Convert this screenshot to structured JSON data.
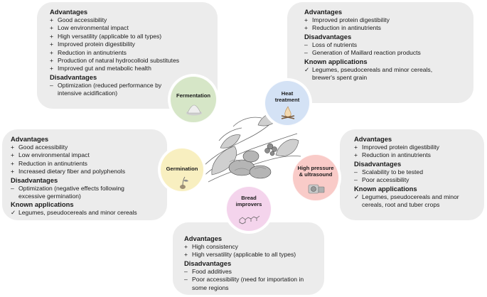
{
  "methods": {
    "fermentation": {
      "label": "Fermentation",
      "advantages_heading": "Advantages",
      "advantages": [
        "Good accessibility",
        "Low environmental impact",
        "High versatility (applicable to all types)",
        "Improved protein digestibility",
        "Reduction in antinutrients",
        "Production of natural hydrocolloid substitutes",
        "Improved gut and metabolic health"
      ],
      "disadvantages_heading": "Disadvantages",
      "disadvantages": [
        "Optimization (reduced performance by intensive acidification)"
      ]
    },
    "heat": {
      "label_line1": "Heat",
      "label_line2": "treatment",
      "advantages_heading": "Advantages",
      "advantages": [
        "Improved protein digestibility",
        "Reduction in antinutrients"
      ],
      "disadvantages_heading": "Disadvantages",
      "disadvantages": [
        "Loss of nutrients",
        "Generation of Maillard reaction products"
      ],
      "applications_heading": "Known applications",
      "applications": [
        "Legumes, pseudocereals and minor cereals, brewer's spent grain"
      ]
    },
    "germination": {
      "label": "Germination",
      "advantages_heading": "Advantages",
      "advantages": [
        "Good accessibility",
        "Low environmental impact",
        "Reduction in antinutrients",
        "Increased dietary fiber and polyphenols"
      ],
      "disadvantages_heading": "Disadvantages",
      "disadvantages": [
        "Optimization (negative effects following excessive germination)"
      ],
      "applications_heading": "Known applications",
      "applications": [
        "Legumes, pseudocereals and minor cereals"
      ]
    },
    "highpressure": {
      "label_line1": "High pressure",
      "label_line2": "& ultrasound",
      "advantages_heading": "Advantages",
      "advantages": [
        "Improved protein digestibility",
        "Reduction in antinutrients"
      ],
      "disadvantages_heading": "Disadvantages",
      "disadvantages": [
        "Scalability to be tested",
        "Poor accessibility"
      ],
      "applications_heading": "Known applications",
      "applications": [
        "Legumes, pseudocereals and minor cereals, root and tuber crops"
      ]
    },
    "bread": {
      "label_line1": "Bread",
      "label_line2": "improvers",
      "advantages_heading": "Advantages",
      "advantages": [
        "High consistency",
        "High versatility (applicable to all types)"
      ],
      "disadvantages_heading": "Disadvantages",
      "disadvantages": [
        "Food additives",
        "Poor accessibility (need for importation in some regions"
      ]
    }
  },
  "markers": {
    "plus": "+",
    "minus": "–",
    "check": "✓"
  },
  "colors": {
    "panel": "#ececec",
    "fermentation": "#d6e6c7",
    "heat": "#d4e2f5",
    "germination": "#f8efc0",
    "highpressure": "#f9cbc8",
    "bread": "#f4d4ec"
  }
}
